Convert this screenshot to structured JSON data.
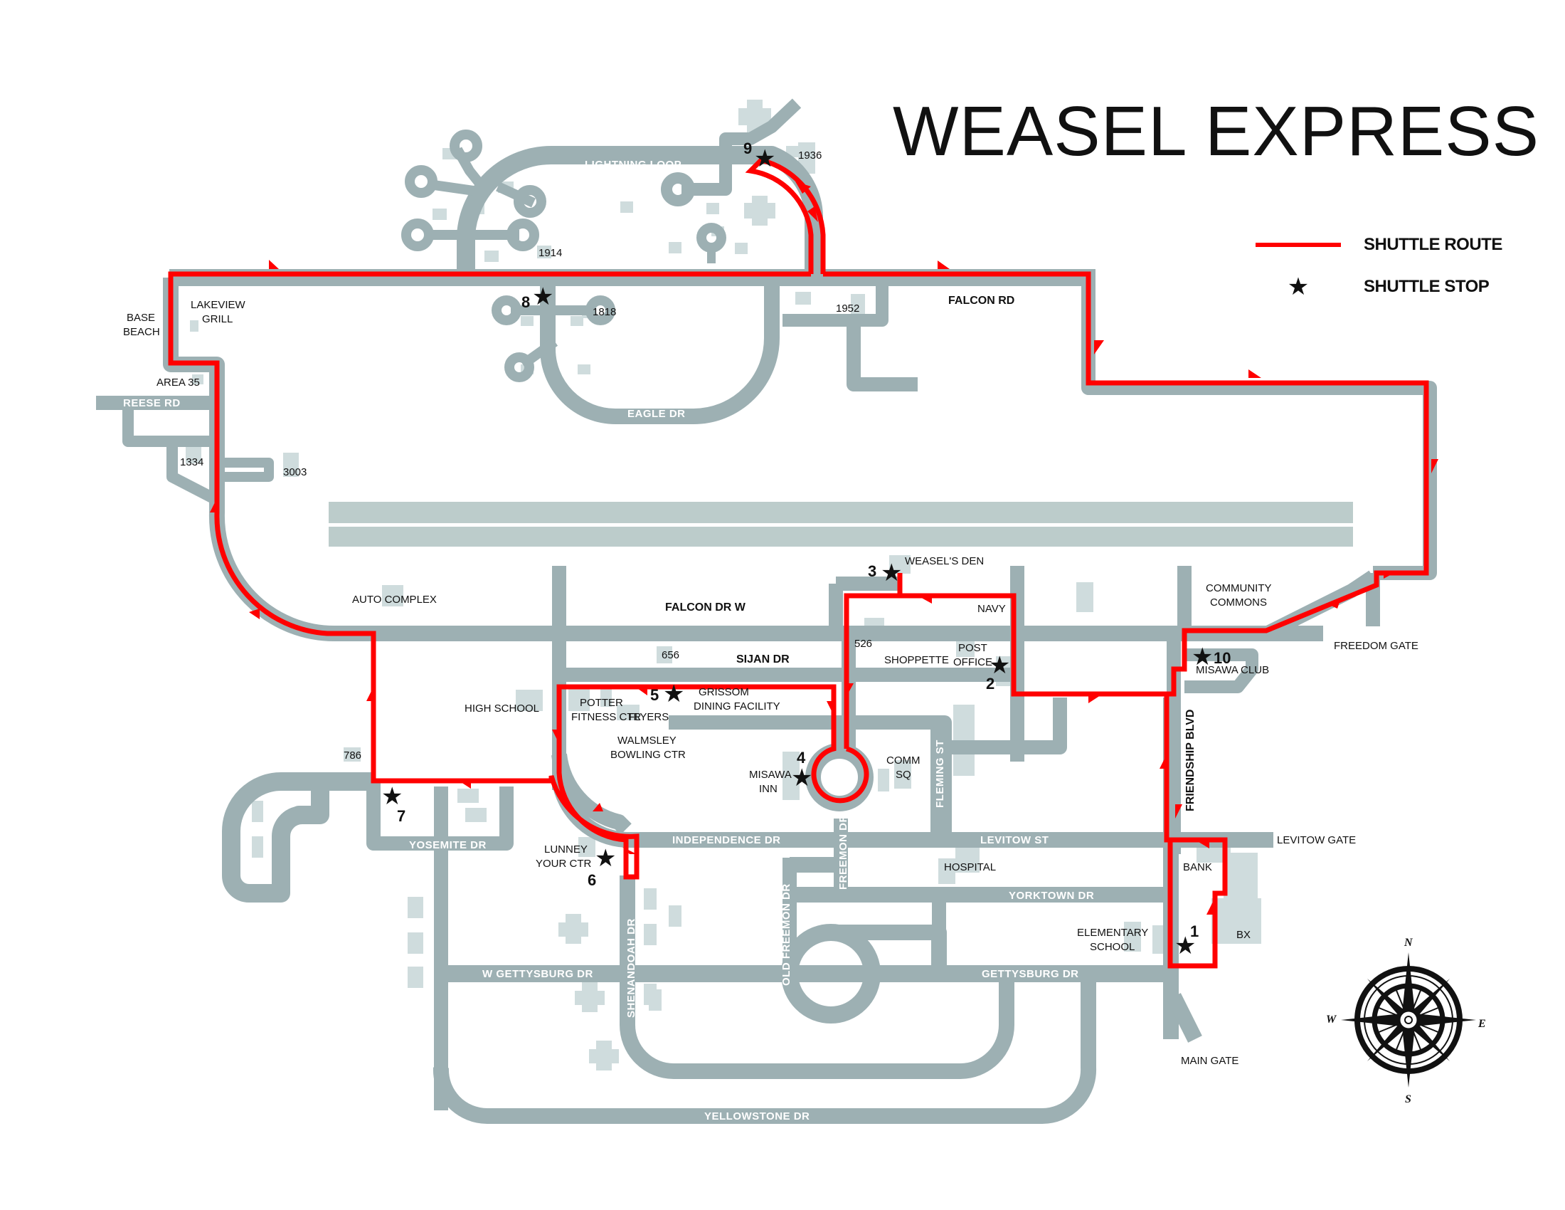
{
  "title": "WEASEL EXPRESS",
  "legend": {
    "route_label": "SHUTTLE ROUTE",
    "stop_label": "SHUTTLE STOP",
    "route_color": "#ff0000",
    "road_color": "#9db0b3",
    "building_color": "#cfdcdd"
  },
  "roads": {
    "lightning_loop": "LIGHTNING LOOP",
    "falcon_rd": "FALCON RD",
    "eagle_dr": "EAGLE DR",
    "reese_rd": "REESE RD",
    "falcon_dr_w": "FALCON DR W",
    "sijan_dr": "SIJAN DR",
    "independence_dr": "INDEPENDENCE DR",
    "levitow_st": "LEVITOW ST",
    "yorktown_dr": "YORKTOWN DR",
    "yosemite_dr": "YOSEMITE DR",
    "w_gettysburg_dr": "W GETTYSBURG DR",
    "gettysburg_dr": "GETTYSBURG DR",
    "yellowstone_dr": "YELLOWSTONE DR",
    "shenandoah_dr": "SHENANDOAH DR",
    "old_freemon_dr": "OLD FREEMON DR",
    "freemon_dr": "FREEMON DR",
    "fleming_st": "FLEMING ST",
    "friendship_blvd": "FRIENDSHIP BLVD"
  },
  "places": {
    "base_beach": [
      "BASE",
      "BEACH"
    ],
    "lakeview_grill": [
      "LAKEVIEW",
      "GRILL"
    ],
    "area_35": "AREA 35",
    "b1334": "1334",
    "b3003": "3003",
    "b1914": "1914",
    "b1936": "1936",
    "b1818": "1818",
    "b1952": "1952",
    "auto_complex": "AUTO COMPLEX",
    "weasels_den": "WEASEL'S DEN",
    "navy": "NAVY",
    "community_commons": [
      "COMMUNITY",
      "COMMONS"
    ],
    "freedom_gate": "FREEDOM GATE",
    "b526": "526",
    "shoppette": "SHOPPETTE",
    "post_office": [
      "POST",
      "OFFICE"
    ],
    "misawa_club": "MISAWA CLUB",
    "b656": "656",
    "high_school": "HIGH SCHOOL",
    "potter_fitness": [
      "POTTER",
      "FITNESS CTR"
    ],
    "flyers": "FLYERS",
    "grissom_dining": [
      "GRISSOM",
      "DINING FACILITY"
    ],
    "walmsley_bowling": [
      "WALMSLEY",
      "BOWLING CTR"
    ],
    "misawa_inn": [
      "MISAWA",
      "INN"
    ],
    "comm_sq": [
      "COMM",
      "SQ"
    ],
    "b786": "786",
    "lunney_youth": [
      "LUNNEY",
      "YOUR CTR"
    ],
    "hospital": "HOSPITAL",
    "bank": "BANK",
    "bx": "BX",
    "elementary_school": [
      "ELEMENTARY",
      "SCHOOL"
    ],
    "levitow_gate": "LEVITOW GATE",
    "main_gate": "MAIN GATE"
  },
  "stops": [
    {
      "number": "1",
      "name": "BX / Bank"
    },
    {
      "number": "2",
      "name": "Post Office"
    },
    {
      "number": "3",
      "name": "Weasel's Den"
    },
    {
      "number": "4",
      "name": "Misawa Inn"
    },
    {
      "number": "5",
      "name": "Grissom Dining Facility"
    },
    {
      "number": "6",
      "name": "Lunney Youth Center"
    },
    {
      "number": "7",
      "name": "Yosemite Dr"
    },
    {
      "number": "8",
      "name": "Eagle Dr"
    },
    {
      "number": "9",
      "name": "1936"
    },
    {
      "number": "10",
      "name": "Misawa Club"
    }
  ],
  "compass": {
    "n": "N",
    "e": "E",
    "s": "S",
    "w": "W"
  }
}
